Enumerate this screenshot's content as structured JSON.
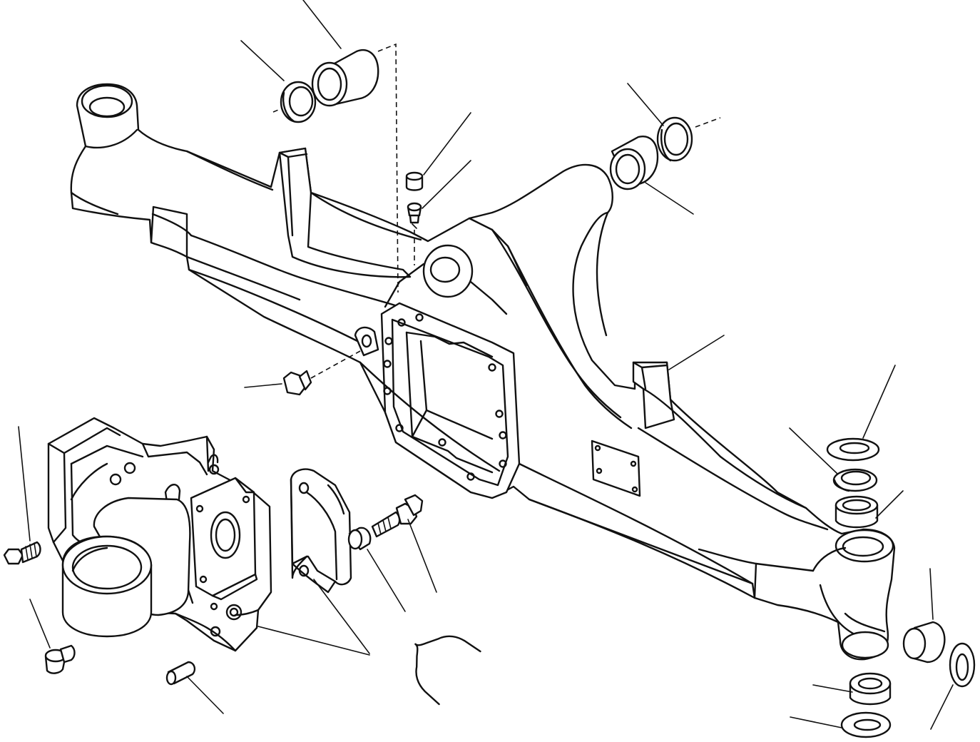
{
  "diagram": {
    "type": "exploded-parts-view",
    "labels": [],
    "colors": {
      "ink": "#111111",
      "paper": "#ffffff"
    },
    "parts": [
      "axle-housing",
      "bushing-top-left",
      "seal-ring-top-left",
      "bushing-top-right",
      "seal-ring-top-right",
      "grease-cap",
      "grease-nipple",
      "drain-plug",
      "bolt-left",
      "plug-left",
      "differential-carrier",
      "bearing-cap",
      "small-bushing",
      "bolt-center",
      "dowel-pin",
      "pivot-thrust-washer-top",
      "pivot-seal-top",
      "pivot-bushing-top",
      "pivot-bushing-side",
      "pivot-washer-side",
      "pivot-bushing-bottom",
      "pivot-washer-bottom"
    ]
  }
}
